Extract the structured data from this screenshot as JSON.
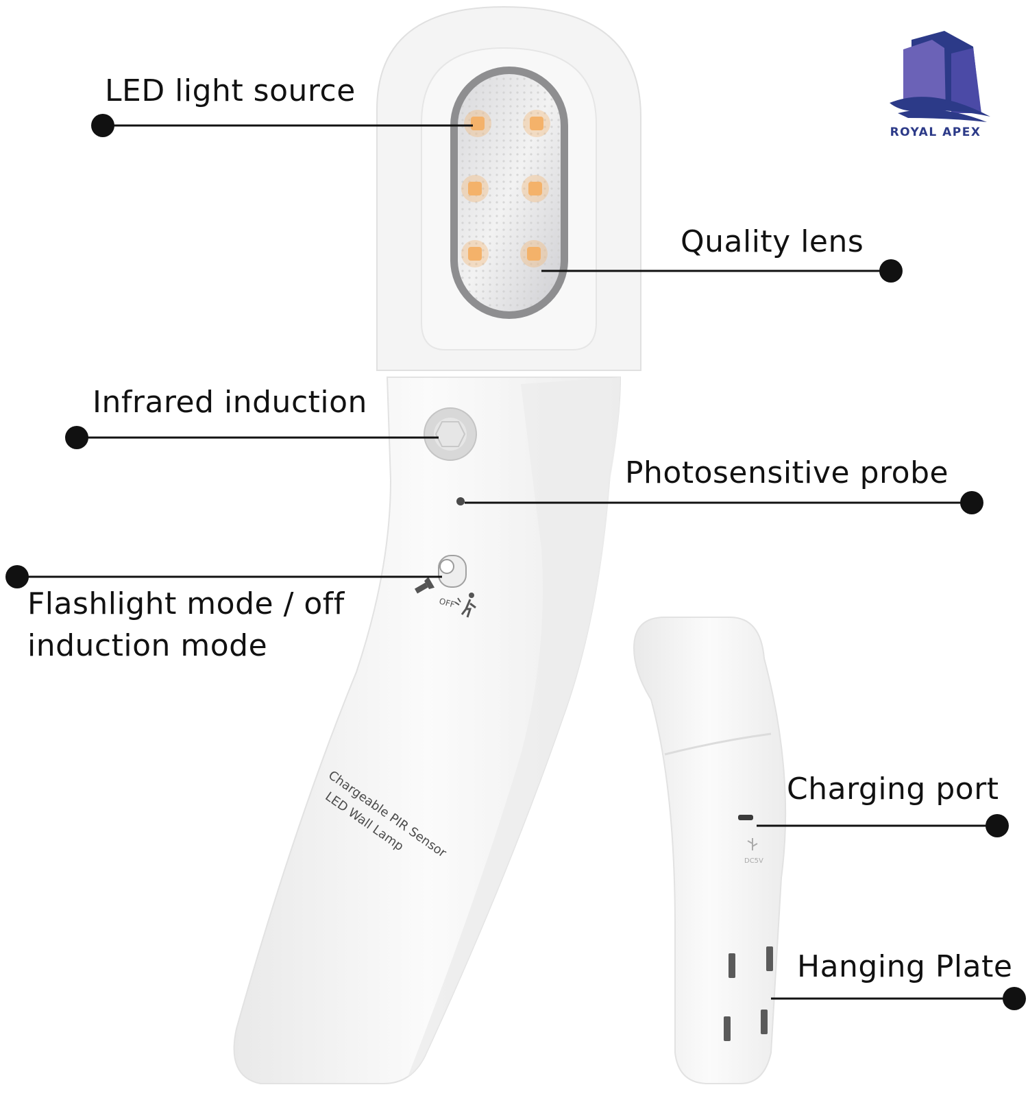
{
  "brand": {
    "name": "ROYAL APEX",
    "color_dark": "#2c3a88",
    "color_light": "#6b62b7"
  },
  "device": {
    "body_color": "#f5f5f5",
    "led_color": "#f4b26a",
    "printed_text_line1": "Chargeable PIR Sensor",
    "printed_text_line2": "LED Wall Lamp",
    "switch_off_label": "OFF",
    "port_label": "DC5V"
  },
  "callouts": {
    "led_light_source": "LED light source",
    "quality_lens": "Quality lens",
    "infrared_induction": "Infrared induction",
    "photosensitive_probe": "Photosensitive probe",
    "flashlight_mode_line1": "Flashlight mode / off",
    "flashlight_mode_line2": "induction mode",
    "charging_port": "Charging port",
    "hanging_plate": "Hanging Plate"
  },
  "icons": [
    "flashlight-icon",
    "motion-sensor-icon",
    "usb-icon"
  ]
}
